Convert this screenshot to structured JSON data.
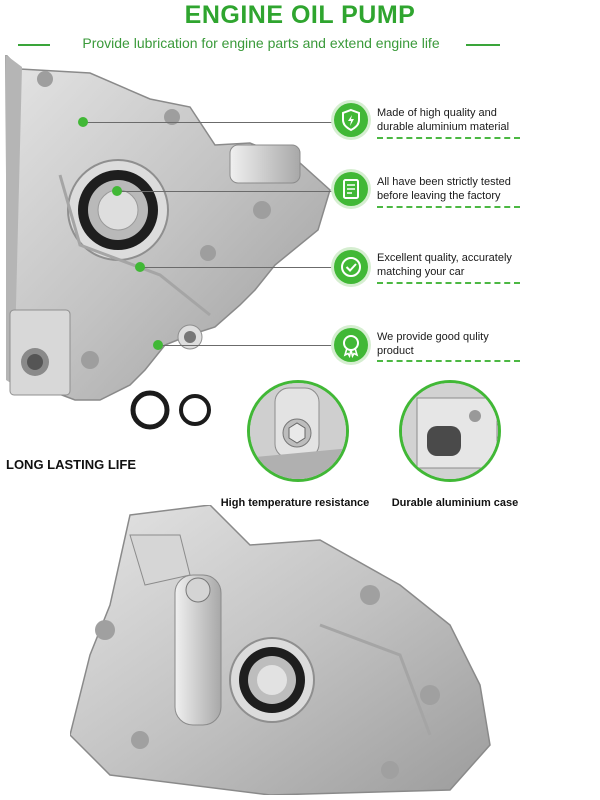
{
  "header": {
    "title": "ENGINE OIL PUMP",
    "subtitle": "Provide lubrication for engine parts and extend engine life"
  },
  "features": [
    {
      "icon": "shield-icon",
      "line1": "Made of high quality and",
      "line2": "durable aluminium material"
    },
    {
      "icon": "checklist-icon",
      "line1": "All have been strictly tested",
      "line2": "before leaving the factory"
    },
    {
      "icon": "checkmark-icon",
      "line1": "Excellent quality, accurately",
      "line2": "matching your car"
    },
    {
      "icon": "award-badge-icon",
      "line1": "We provide good qulity",
      "line2": "product"
    }
  ],
  "section_label": "LONG LASTING LIFE",
  "details": [
    {
      "caption": "High temperature resistance"
    },
    {
      "caption": "Durable aluminium case"
    }
  ],
  "colors": {
    "accent": "#41b836",
    "title": "#2fa52f",
    "metal": "#c9c9c9"
  }
}
